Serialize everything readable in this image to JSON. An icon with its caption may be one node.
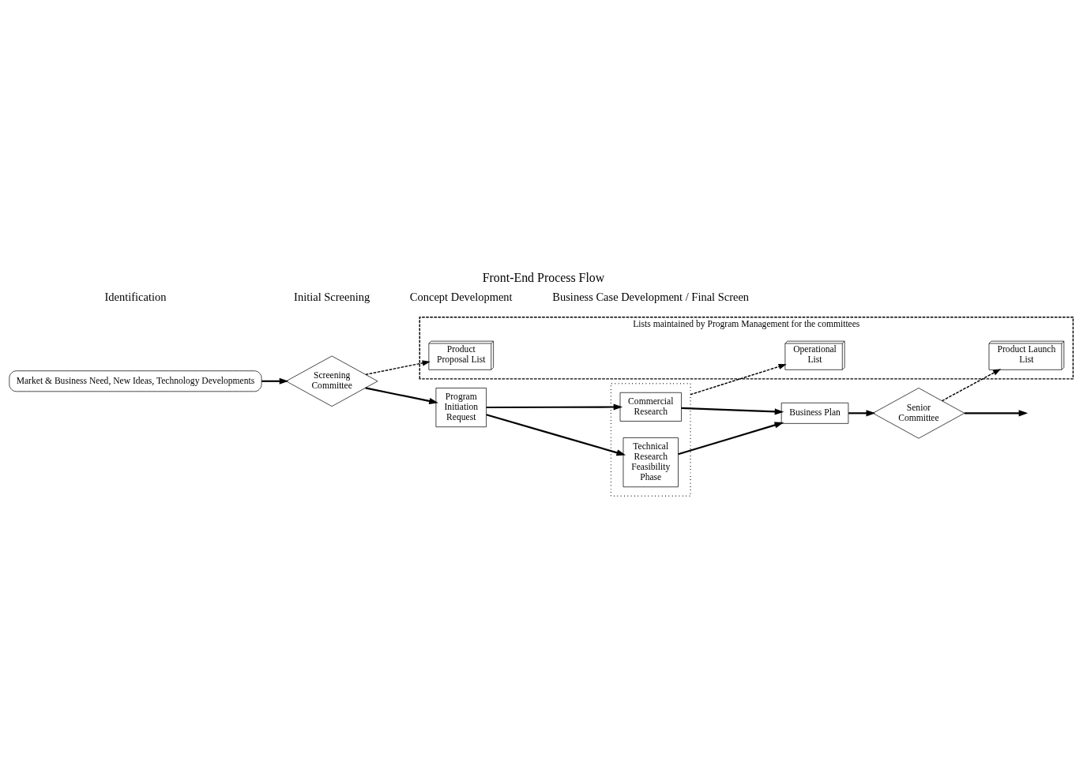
{
  "diagram": {
    "title": "Front-End Process Flow",
    "nodes": [
      {
        "text": [
          "Market & Business Need, New Ideas, Technology Developments"
        ]
      },
      {
        "text": [
          "Screening Committee"
        ]
      },
      {
        "text": [
          "Program Initiation Request"
        ]
      },
      {
        "text": [],
        "shape": "box"
      },
      {
        "text": [
          "Commercial Research"
        ],
        "in": 3
      },
      {
        "text": [
          "Technical Research Feasibility Phase"
        ],
        "in": 3
      },
      {
        "text": [
          "Business Plan"
        ]
      },
      {
        "text": [
          "Senior Committee"
        ]
      },
      {
        "text": [
          "Lists maintained by Program Management for the committees"
        ]
      },
      {
        "text": [
          "Product Proposal List"
        ],
        "in": 8
      },
      {
        "text": [
          "Operational List"
        ],
        "in": 8
      },
      {
        "text": [
          "Product Launch List"
        ],
        "in": 8
      }
    ],
    "edges": [
      {
        "from": 0,
        "to": 1,
        "arrow": "to"
      },
      {
        "from": 1,
        "to": 2,
        "arrow": "to"
      },
      {
        "from": 2,
        "to": 4,
        "arrow": "to"
      },
      {
        "from": 2,
        "to": 5,
        "arrow": "to"
      },
      {
        "from": 4,
        "to": 6,
        "arrow": "to"
      },
      {
        "from": 5,
        "to": 6,
        "arrow": "to"
      },
      {
        "from": 6,
        "to": 7,
        "arrow": "to"
      },
      {
        "from": 7,
        "to": null,
        "arrow": "to"
      },
      {
        "from": 1,
        "to": 9,
        "arrow": "to",
        "style": "dashed"
      },
      {
        "from": 3,
        "to": 10,
        "arrow": "to",
        "style": "dashed"
      },
      {
        "from": 7,
        "to": 11,
        "arrow": "to",
        "style": "dashed"
      }
    ],
    "labels": [
      "Identification",
      "Initial Screening",
      "Concept Development",
      "Business Case Development / Final Screen"
    ]
  }
}
